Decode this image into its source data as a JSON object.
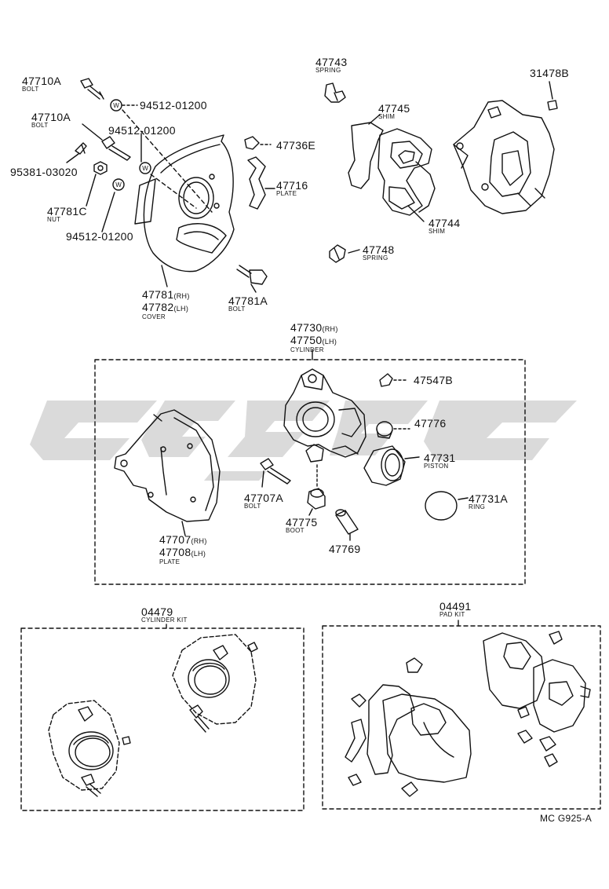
{
  "parts": {
    "p47710a_1": {
      "code": "47710A",
      "desc": "BOLT"
    },
    "p47710a_2": {
      "code": "47710A",
      "desc": "BOLT"
    },
    "p94512_1": {
      "code": "94512-01200"
    },
    "p94512_2": {
      "code": "94512-01200"
    },
    "p94512_3": {
      "code": "94512-01200"
    },
    "p95381": {
      "code": "95381-03020"
    },
    "p47781c": {
      "code": "47781C",
      "desc": "NUT"
    },
    "p47781": {
      "code": "47781",
      "side": "(RH)"
    },
    "p47782": {
      "code": "47782",
      "side": "(LH)",
      "desc": "COVER"
    },
    "p47781a": {
      "code": "47781A",
      "desc": "BOLT"
    },
    "p47743": {
      "code": "47743",
      "desc": "SPRING"
    },
    "p47745": {
      "code": "47745",
      "desc": "SHIM"
    },
    "p47736e": {
      "code": "47736E"
    },
    "p47716": {
      "code": "47716",
      "desc": "PLATE"
    },
    "p47744": {
      "code": "47744",
      "desc": "SHIM"
    },
    "p47748": {
      "code": "47748",
      "desc": "SPRING"
    },
    "p31478b": {
      "code": "31478B"
    },
    "p47730": {
      "code": "47730",
      "side": "(RH)"
    },
    "p47750": {
      "code": "47750",
      "side": "(LH)",
      "desc": "CYLINDER"
    },
    "p47547b": {
      "code": "47547B"
    },
    "p47776": {
      "code": "47776"
    },
    "p47731": {
      "code": "47731",
      "desc": "PISTON"
    },
    "p47731a": {
      "code": "47731A",
      "desc": "RING"
    },
    "p47707a": {
      "code": "47707A",
      "desc": "BOLT"
    },
    "p47775": {
      "code": "47775",
      "desc": "BOOT"
    },
    "p47769": {
      "code": "47769"
    },
    "p47707": {
      "code": "47707",
      "side": "(RH)"
    },
    "p47708": {
      "code": "47708",
      "side": "(LH)",
      "desc": "PLATE"
    },
    "p04479": {
      "code": "04479",
      "desc": "CYLINDER KIT"
    },
    "p04491": {
      "code": "04491",
      "desc": "PAD KIT"
    }
  },
  "reference": "MC G925-A",
  "colors": {
    "ink": "#111111",
    "watermark": "#d6d6d6",
    "paper": "#ffffff"
  },
  "icons": {
    "washer_mark": "W"
  }
}
